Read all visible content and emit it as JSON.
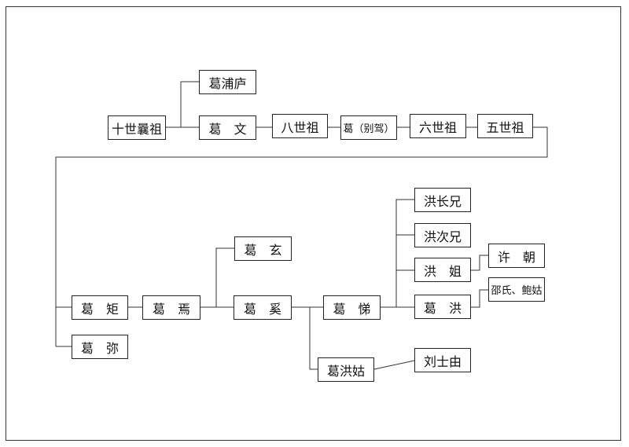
{
  "nodes": {
    "ge_puhu": "葛浦庐",
    "shi_nang_zu": "十世曩祖",
    "ge_wen": "葛　文",
    "ba_shi_zu": "八世祖",
    "ge_bie_jia": "葛（别驾）",
    "liu_shi_zu": "六世祖",
    "wu_shi_zu": "五世祖",
    "hong_zhang_xiong": "洪长兄",
    "hong_ci_xiong": "洪次兄",
    "ge_xuan": "葛　玄",
    "hong_jie": "洪　姐",
    "xu_chao": "许　朝",
    "ge_ju": "葛　矩",
    "ge_yan": "葛　焉",
    "ge_xi": "葛　奚",
    "ge_ti": "葛　悌",
    "ge_hong": "葛　洪",
    "shao_bao_gu": "邵氏、鲍姑",
    "ge_mi": "葛　弥",
    "ge_hong_gu": "葛洪姑",
    "liu_shi_you": "刘士由"
  }
}
